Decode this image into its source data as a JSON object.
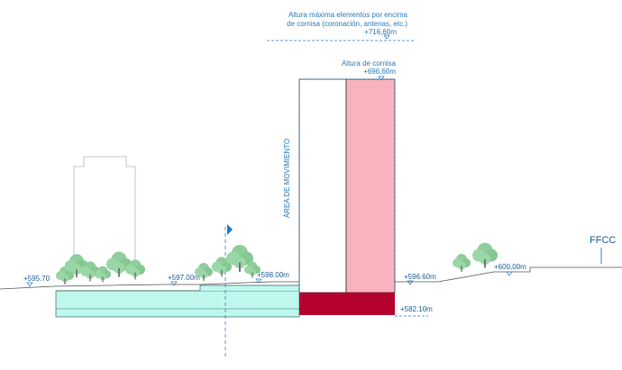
{
  "annotations": {
    "max_height_line1": "Altura máxima elementos por encima",
    "max_height_line2": "de cornisa (coronación, antenas, etc.)",
    "max_height_level": "+716,60m",
    "cornice_label": "Altura de cornisa",
    "cornice_level": "+696,60m",
    "movement_area": "ÁREA DE MOVIMIENTO",
    "level_595": "+595.70",
    "level_597": "+597.00m",
    "level_598": "+598.00m",
    "level_596": "+596.60m",
    "level_600": "+600,00m",
    "level_582": "+582.10m",
    "ffcc": "FFCC"
  },
  "colors": {
    "blue_line": "#2f80c4",
    "cyan_fill": "#bff7ee",
    "pink_fill": "#f8b3be",
    "crimson_fill": "#b3002d",
    "tree_green": "#8fce9c",
    "ground": "#555555"
  },
  "icons": {
    "level_marker": "level-triangle-icon",
    "section_flag": "flag-icon",
    "tree": "tree-icon"
  }
}
